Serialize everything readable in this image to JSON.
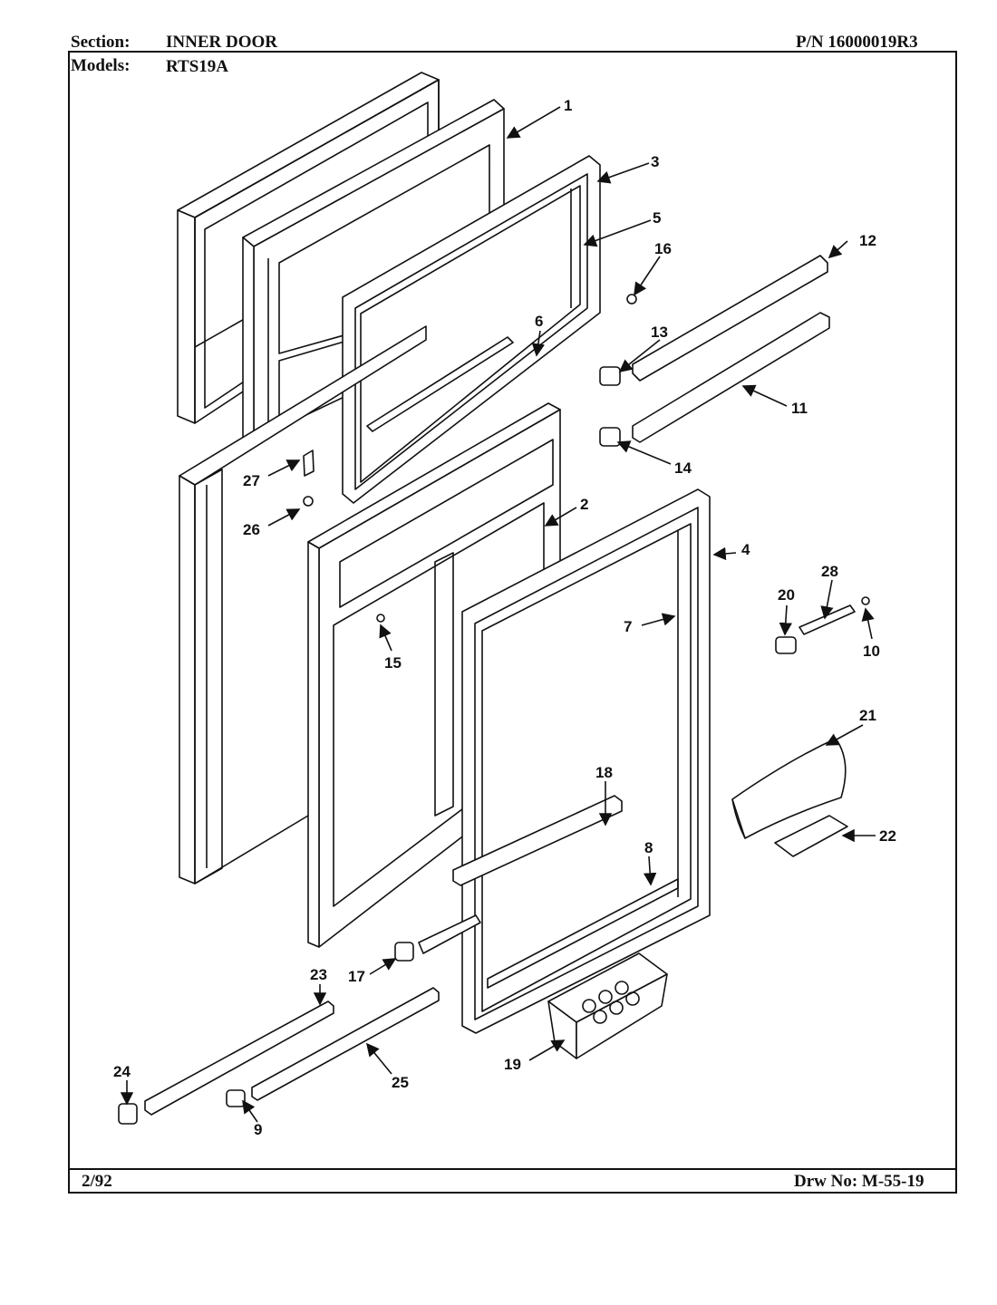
{
  "header": {
    "section_label": "Section:",
    "section_value": "INNER DOOR",
    "part_number": "P/N 16000019R3",
    "models_label": "Models:",
    "models_value": "RTS19A"
  },
  "footer": {
    "date": "2/92",
    "drawing_number": "Drw No: M-55-19"
  },
  "callouts": [
    "1",
    "2",
    "3",
    "4",
    "5",
    "6",
    "7",
    "8",
    "9",
    "10",
    "11",
    "12",
    "13",
    "14",
    "15",
    "16",
    "17",
    "18",
    "19",
    "20",
    "21",
    "22",
    "23",
    "24",
    "25",
    "26",
    "27",
    "28"
  ]
}
